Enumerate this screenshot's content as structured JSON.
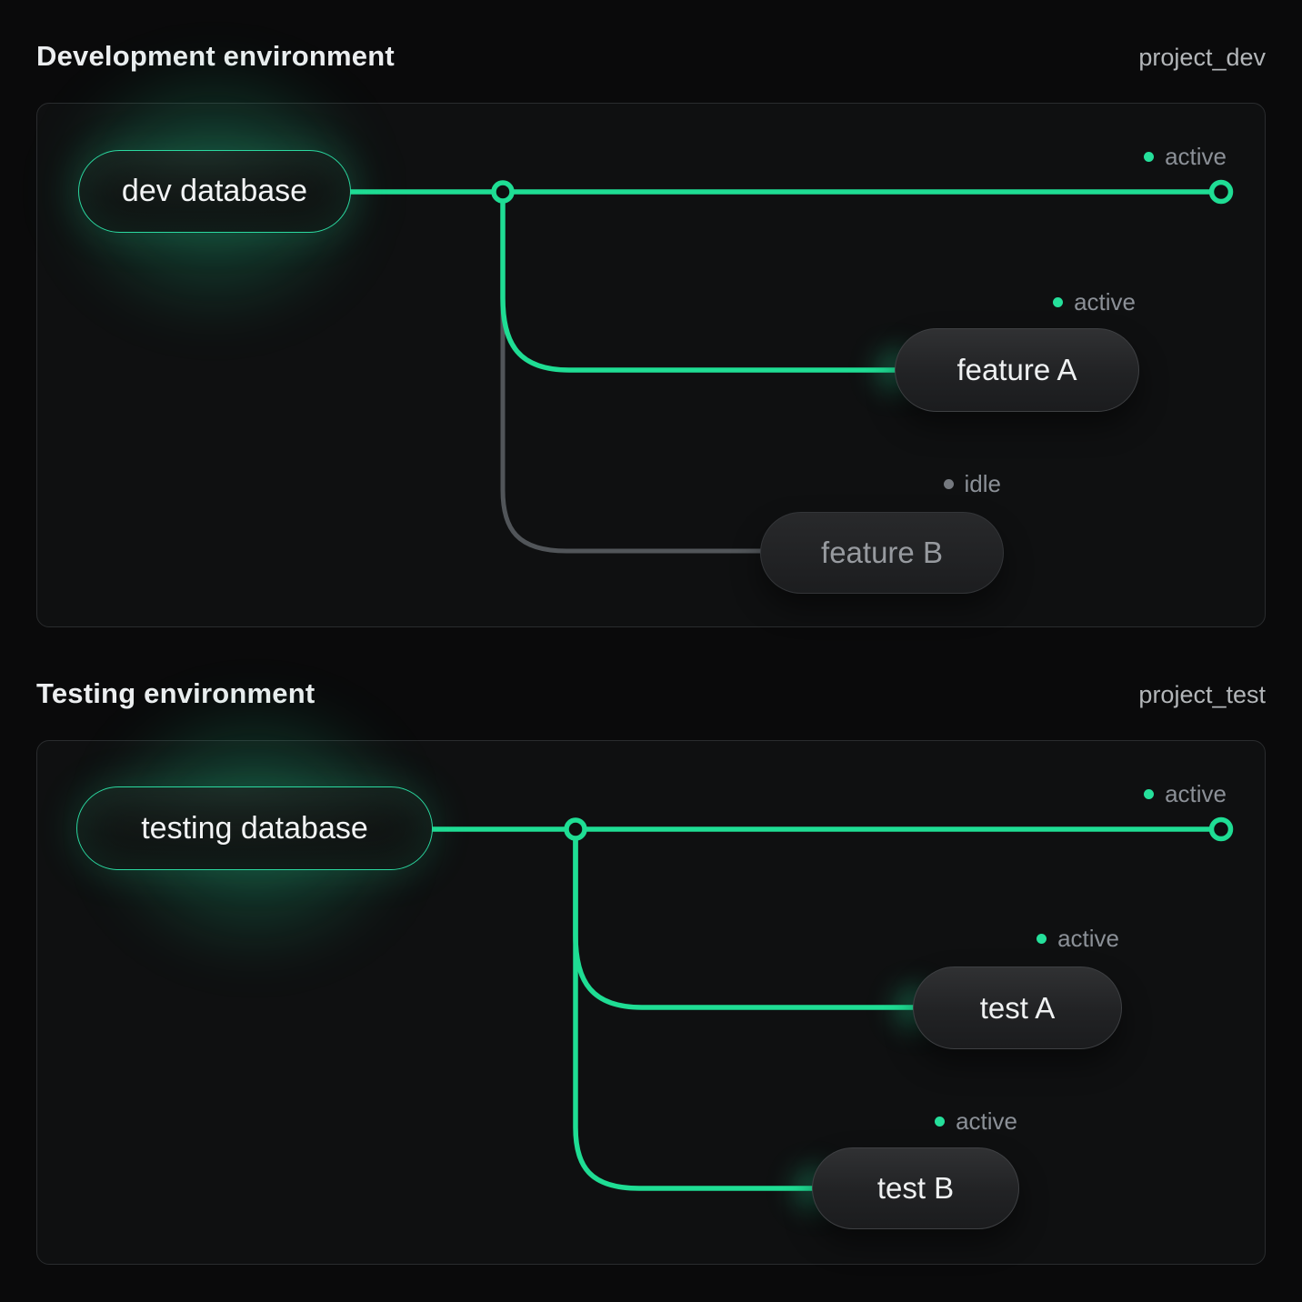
{
  "colors": {
    "accent_green": "#1fdd94",
    "idle_line_gray": "#515559",
    "status_text_gray": "#8b9097",
    "panel_background": "#0f1011",
    "page_background": "#0a0a0b"
  },
  "environments": [
    {
      "title": "Development environment",
      "project": "project_dev",
      "database": {
        "label": "dev database"
      },
      "trunk": {
        "status": "active"
      },
      "branches": [
        {
          "label": "feature A",
          "status": "active"
        },
        {
          "label": "feature B",
          "status": "idle"
        }
      ]
    },
    {
      "title": "Testing environment",
      "project": "project_test",
      "database": {
        "label": "testing database"
      },
      "trunk": {
        "status": "active"
      },
      "branches": [
        {
          "label": "test A",
          "status": "active"
        },
        {
          "label": "test B",
          "status": "active"
        }
      ]
    }
  ]
}
